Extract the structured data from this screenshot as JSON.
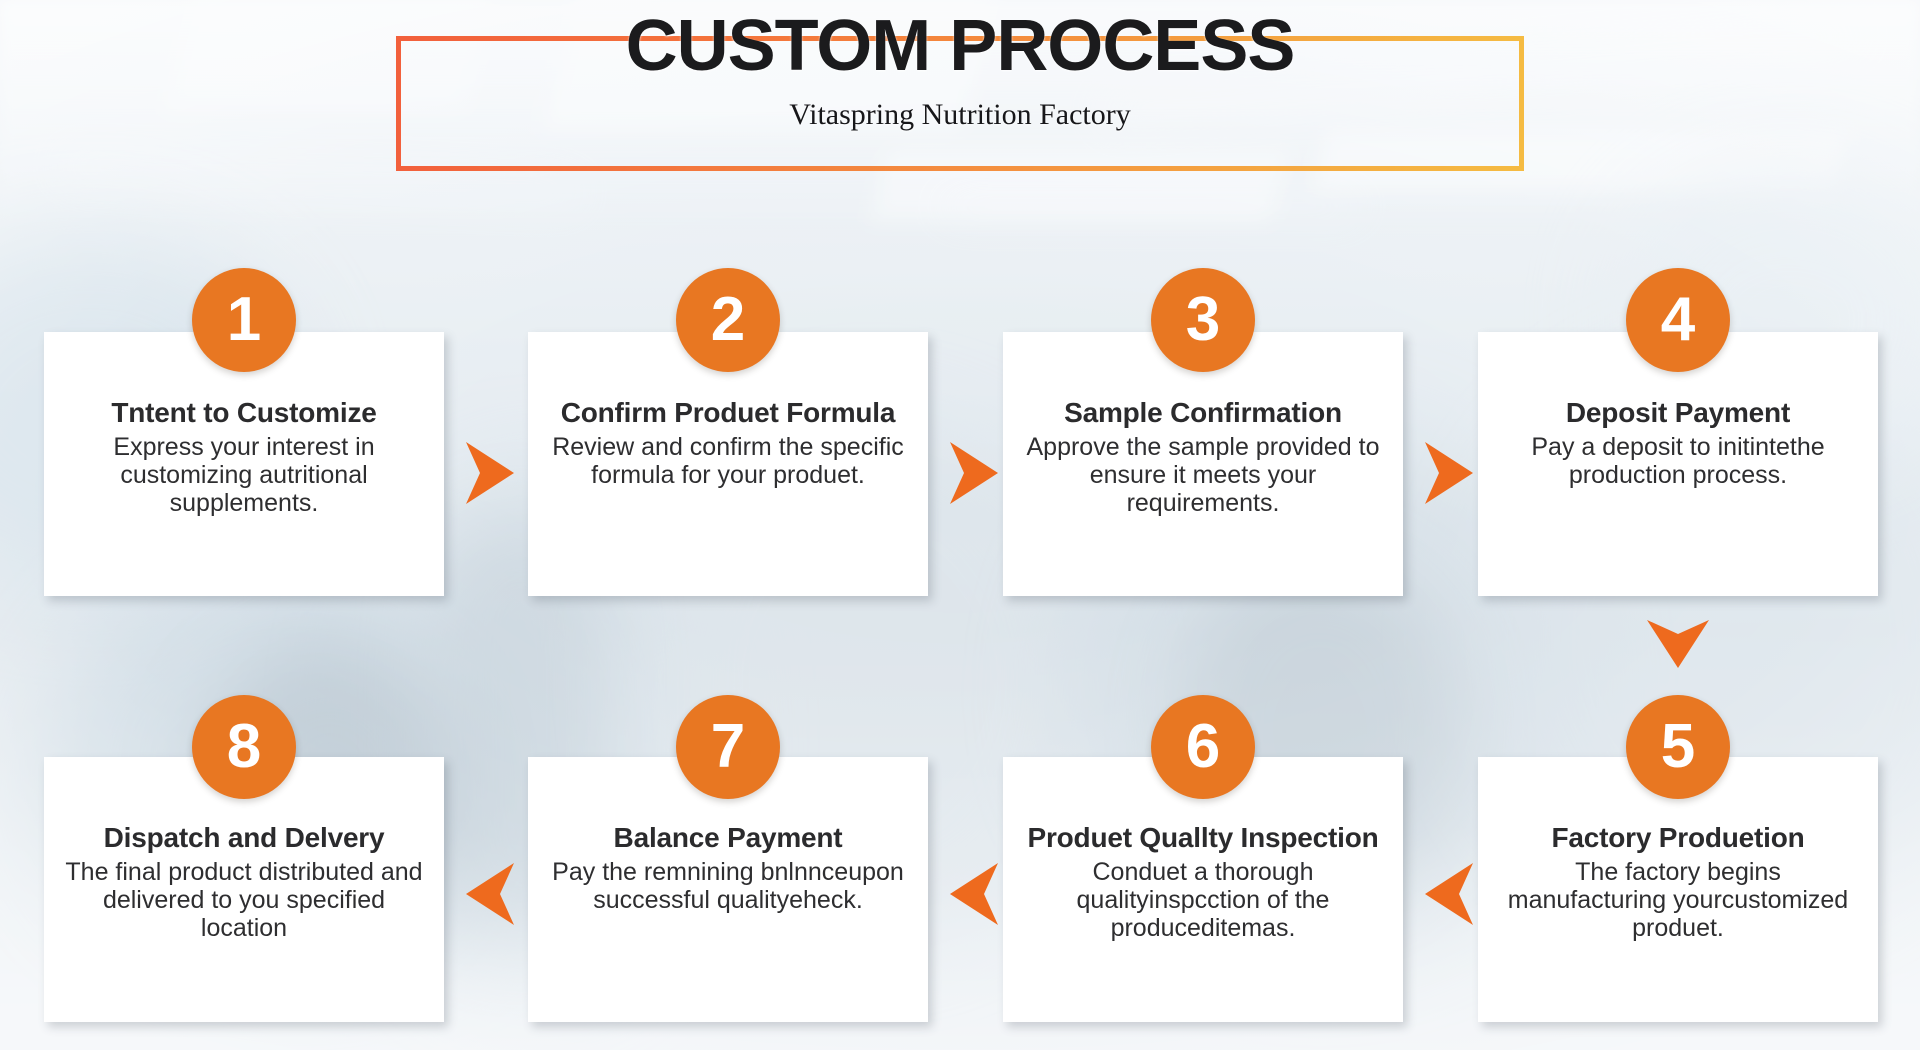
{
  "header": {
    "title": "CUSTOM PROCESS",
    "subtitle": "Vitaspring Nutrition Factory",
    "frame_color_start": "#f2603c",
    "frame_color_end": "#f5bb42"
  },
  "theme": {
    "accent_orange": "#e87722",
    "arrow_orange": "#ee6a1e",
    "card_bg": "#ffffff",
    "title_color": "#1b1b1d"
  },
  "steps": [
    {
      "number": "1",
      "title": "Tntent to Customize",
      "desc": "Express your interest in customizing autritional supplements."
    },
    {
      "number": "2",
      "title": "Confirm Produet Formula",
      "desc": "Review and confirm the specific formula for your produet."
    },
    {
      "number": "3",
      "title": "Sample Confirmation",
      "desc": "Approve the sample provided to ensure it meets your requirements."
    },
    {
      "number": "4",
      "title": "Deposit Payment",
      "desc": "Pay a deposit to initintethe production process."
    },
    {
      "number": "5",
      "title": "Factory Produetion",
      "desc": "The factory begins manufacturing yourcustomized produet."
    },
    {
      "number": "6",
      "title": "Produet Quallty Inspection",
      "desc": "Conduet a thorough qualityinspcction of the produceditemas."
    },
    {
      "number": "7",
      "title": "Balance Payment",
      "desc": "Pay the remnining bnlnnceupon successful qualityeheck."
    },
    {
      "number": "8",
      "title": "Dispatch and Delvery",
      "desc": "The final product distributed and delivered to you specified location"
    }
  ],
  "arrows": [
    {
      "name": "arrow-step1-to-step2",
      "direction": "right"
    },
    {
      "name": "arrow-step2-to-step3",
      "direction": "right"
    },
    {
      "name": "arrow-step3-to-step4",
      "direction": "right"
    },
    {
      "name": "arrow-step4-to-step5",
      "direction": "down"
    },
    {
      "name": "arrow-step5-to-step6",
      "direction": "left"
    },
    {
      "name": "arrow-step6-to-step7",
      "direction": "left"
    },
    {
      "name": "arrow-step7-to-step8",
      "direction": "left"
    }
  ]
}
